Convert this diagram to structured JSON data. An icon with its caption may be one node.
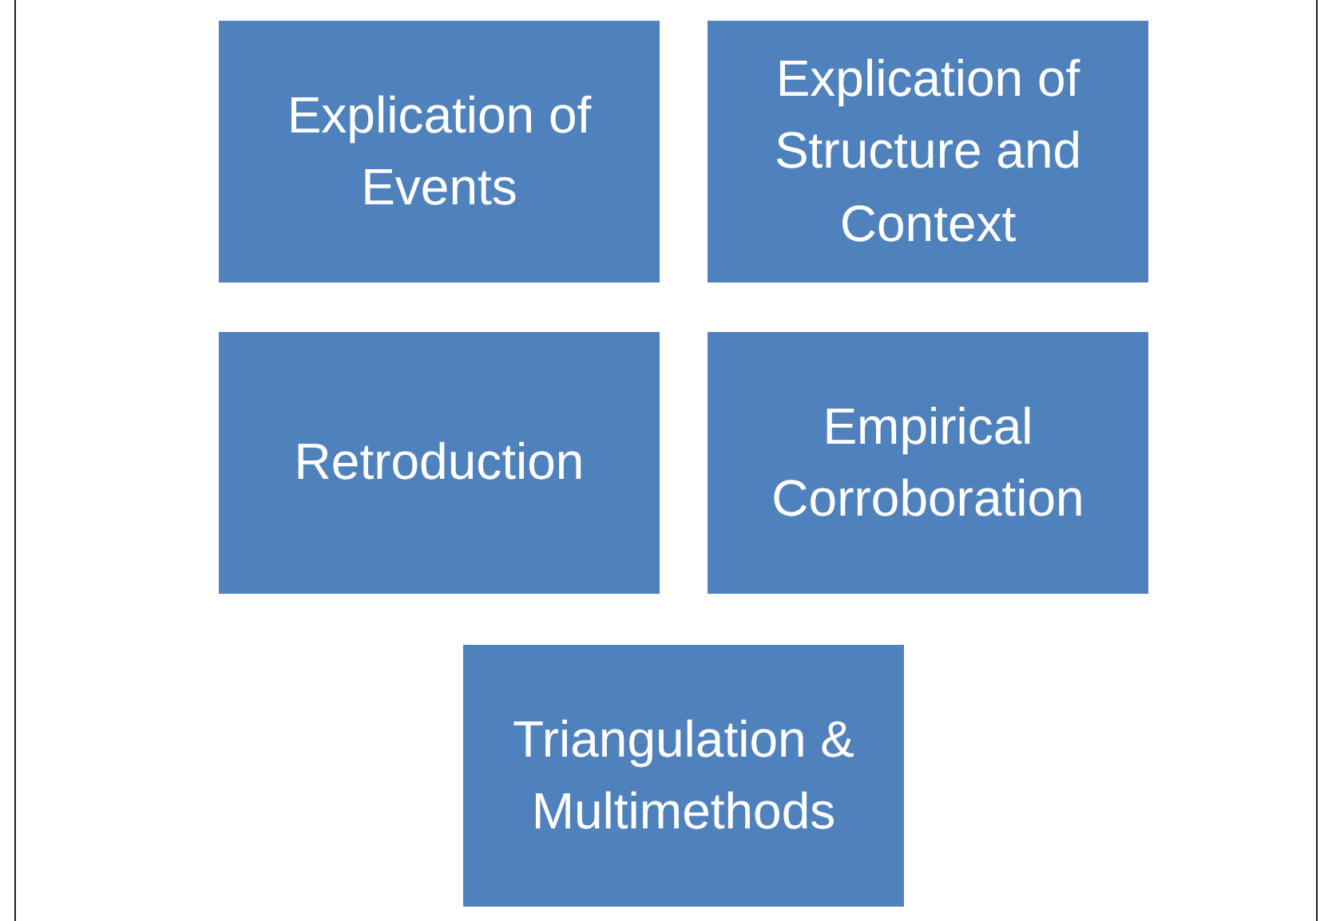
{
  "diagram": {
    "nodes": [
      {
        "text": [
          "Explication of Events"
        ]
      },
      {
        "text": [
          "Explication of Structure and Context"
        ]
      },
      {
        "text": [
          "Retroduction"
        ]
      },
      {
        "text": [
          "Empirical Corroboration"
        ]
      },
      {
        "text": [
          "Triangulation & Multimethods"
        ]
      }
    ]
  }
}
